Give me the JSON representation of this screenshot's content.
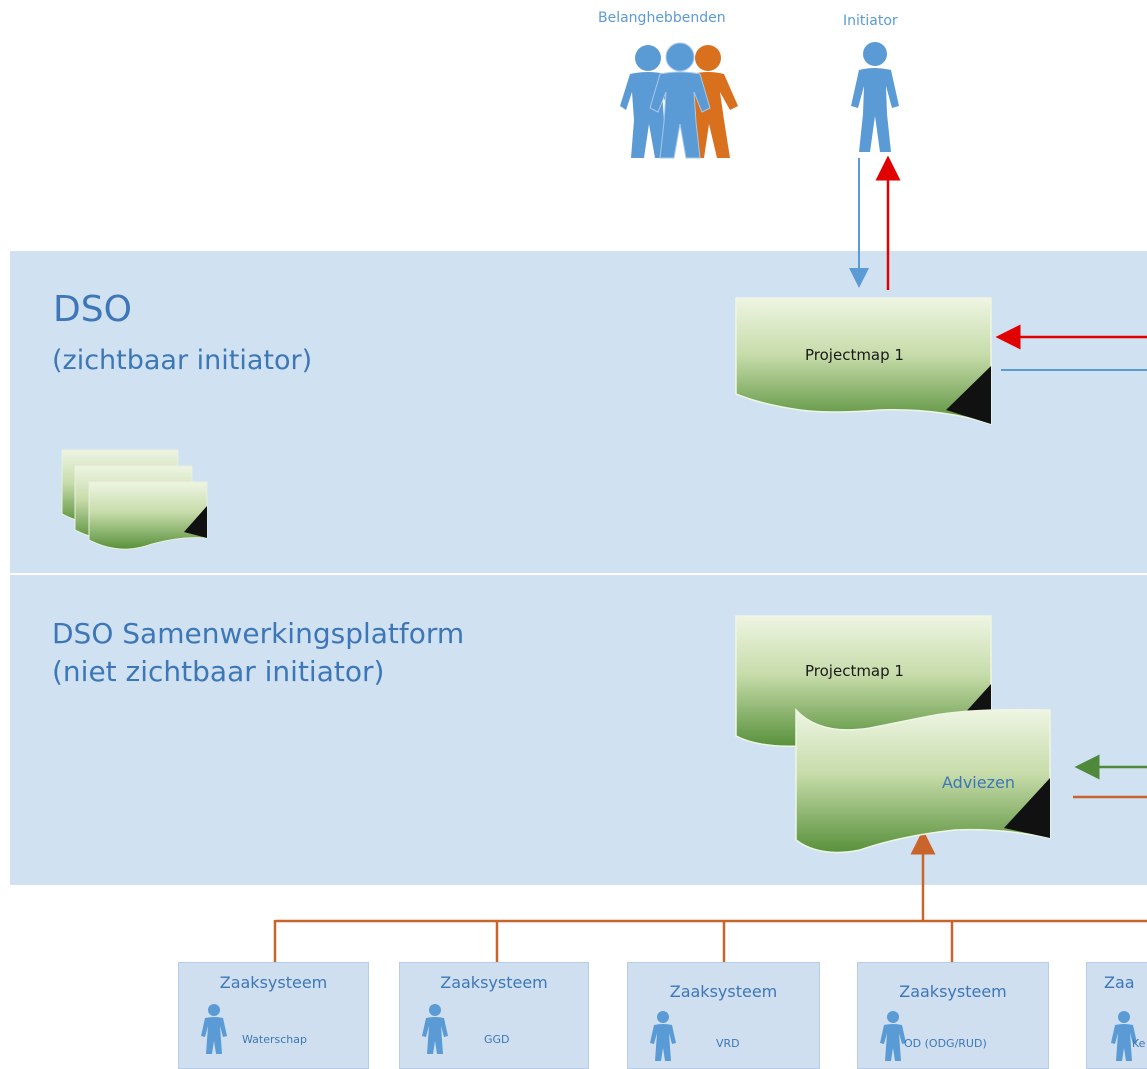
{
  "actors": {
    "stakeholders_label": "Belanghebbenden",
    "initiator_label": "Initiator"
  },
  "bands": {
    "dso": {
      "title": "DSO",
      "subtitle": "(zichtbaar initiator)"
    },
    "platform": {
      "title": "DSO Samenwerkingsplatform",
      "subtitle": "(niet zichtbaar initiator)"
    }
  },
  "documents": {
    "dso_projectmap": "Projectmap 1",
    "platform_projectmap": "Projectmap 1",
    "adviezen": "Adviezen"
  },
  "systems": [
    {
      "title": "Zaaksysteem",
      "org": "Waterschap"
    },
    {
      "title": "Zaaksysteem",
      "org": "GGD"
    },
    {
      "title": "Zaaksysteem",
      "org": "VRD"
    },
    {
      "title": "Zaaksysteem",
      "org": "OD (ODG/RUD)"
    },
    {
      "title": "Zaa",
      "org": "Ke"
    }
  ],
  "colors": {
    "band": "#d0e1f2",
    "title_blue": "#3d77b8",
    "person_blue": "#5b9bd5",
    "person_orange": "#d9701e",
    "arrow_red": "#e00000",
    "arrow_blue": "#5b9bd5",
    "arrow_green": "#4e8a3a",
    "arrow_orange": "#c9652a",
    "doc_green_light": "#eef5e3",
    "doc_green_dark": "#58913b"
  },
  "icons": {
    "person": "person-icon",
    "group": "group-icon",
    "document": "document-icon"
  }
}
